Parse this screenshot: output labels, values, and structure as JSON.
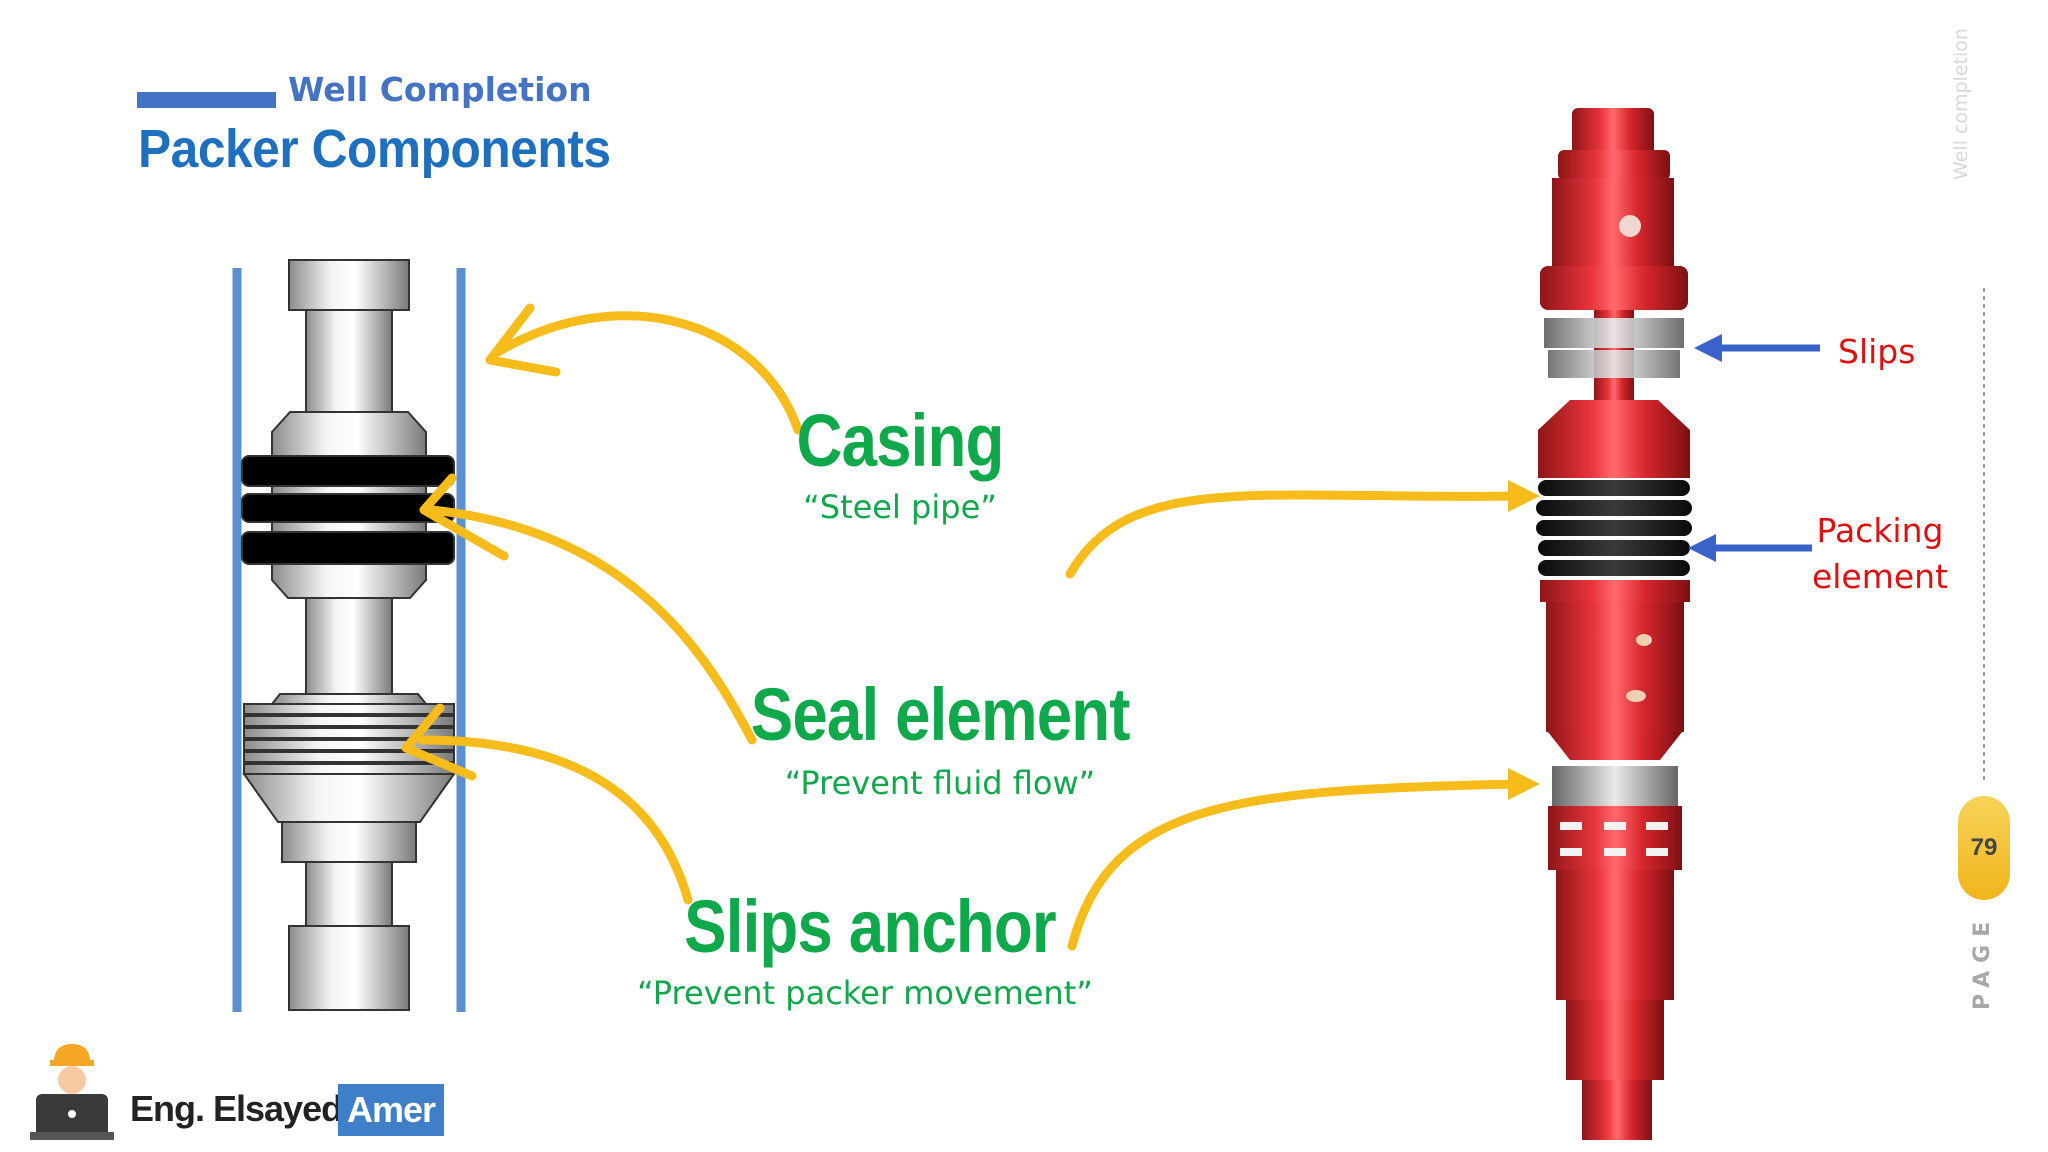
{
  "header": {
    "subtitle": "Well Completion",
    "title": "Packer Components"
  },
  "labels": {
    "casing": {
      "name": "Casing",
      "description": "“Steel pipe”"
    },
    "seal_element": {
      "name": "Seal element",
      "description": "“Prevent fluid flow”"
    },
    "slips_anchor": {
      "name": "Slips anchor",
      "description": "“Prevent packer movement”"
    }
  },
  "photo_labels": {
    "slips": "Slips",
    "packing_element": "Packing element"
  },
  "side": {
    "vertical_text": "Well completion",
    "page_word": "PAGE",
    "page_number": "79"
  },
  "author": {
    "name": "Eng. Elsayed",
    "badge": "Amer"
  },
  "colors": {
    "title_blue": "#1f6fbf",
    "accent_blue": "#4472c4",
    "label_green": "#0fa84a",
    "arrow_yellow": "#f5bc1c",
    "label_red": "#e01010",
    "packer_red": "#d8272c"
  }
}
